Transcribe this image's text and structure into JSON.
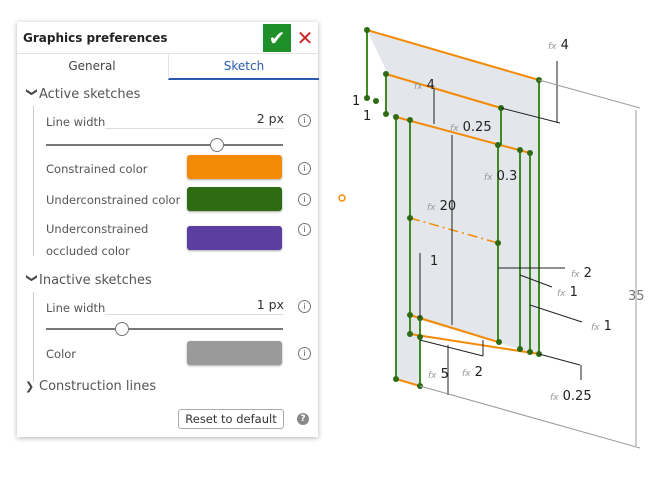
{
  "dialog": {
    "title": "Graphics preferences",
    "tabs": [
      {
        "label": "General",
        "active": false
      },
      {
        "label": "Sketch",
        "active": true
      }
    ]
  },
  "active_sketches": {
    "header": "Active sketches",
    "line_width_label": "Line width",
    "line_width_value": "2 px",
    "slider_level_pct": 72,
    "constrained_label": "Constrained color",
    "constrained_color": "#f58a07",
    "underconstrained_label": "Underconstrained color",
    "underconstrained_color": "#2e6b12",
    "occluded_label_1": "Underconstrained",
    "occluded_label_2": "occluded color",
    "occluded_color": "#5b3fa0"
  },
  "inactive_sketches": {
    "header": "Inactive sketches",
    "line_width_label": "Line width",
    "line_width_value": "1 px",
    "slider_level_pct": 32,
    "color_label": "Color",
    "color": "#9a9a9a"
  },
  "construction_lines": {
    "header": "Construction lines"
  },
  "footer": {
    "reset_label": "Reset to default"
  },
  "icons": {
    "confirm": "check-icon",
    "cancel": "close-icon",
    "info": "info-icon",
    "help": "help-icon"
  },
  "sketch": {
    "fx": "fx",
    "dims": [
      "4",
      "4",
      "0.25",
      "0.3",
      "20",
      "1",
      "2",
      "1",
      "1",
      "2",
      "5",
      "0.25",
      "35",
      "1",
      "1"
    ]
  }
}
